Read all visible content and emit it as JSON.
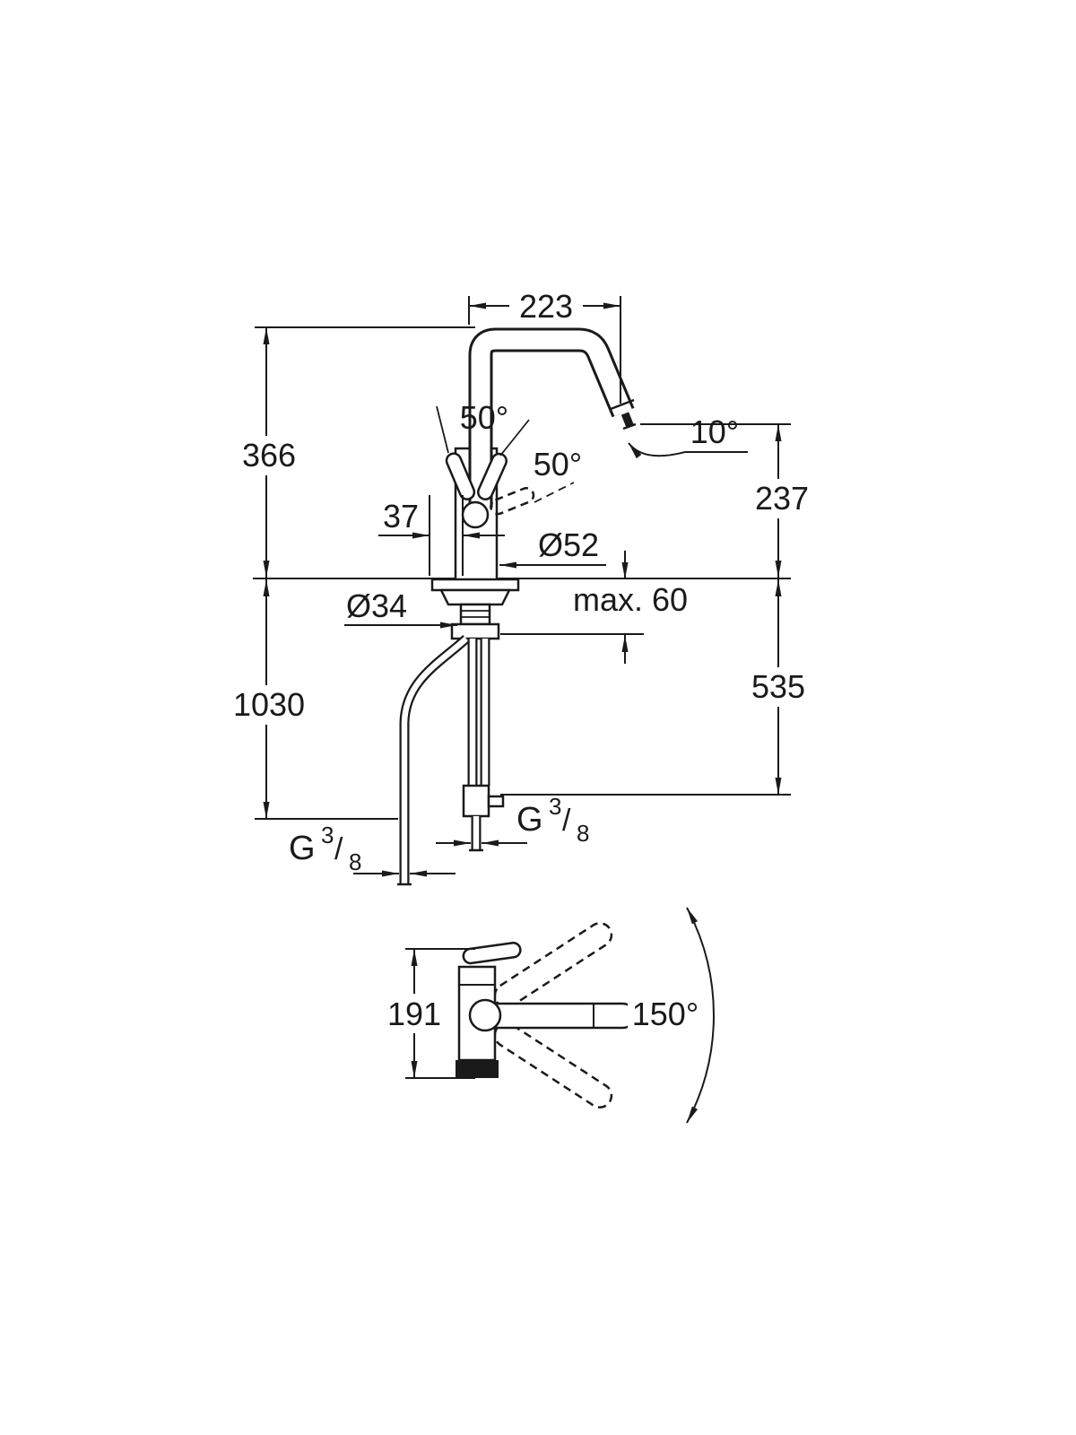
{
  "drawing": {
    "front_view": {
      "spout_reach_mm": "223",
      "height_above_deck_mm": "366",
      "handle_angle_left": "50°",
      "handle_angle_right": "50°",
      "outlet_angle": "10°",
      "outlet_height_mm": "237",
      "handle_width_mm": "37",
      "body_diameter": "Ø52",
      "hole_diameter": "Ø34",
      "max_deck_thickness": "max. 60",
      "overall_height_mm": "1030",
      "below_deck_mm": "535"
    },
    "thread": {
      "symbol": "G",
      "numerator": "3",
      "slash": "/",
      "denominator": "8"
    },
    "top_view": {
      "base_depth_mm": "191",
      "swivel_angle": "150°"
    }
  }
}
